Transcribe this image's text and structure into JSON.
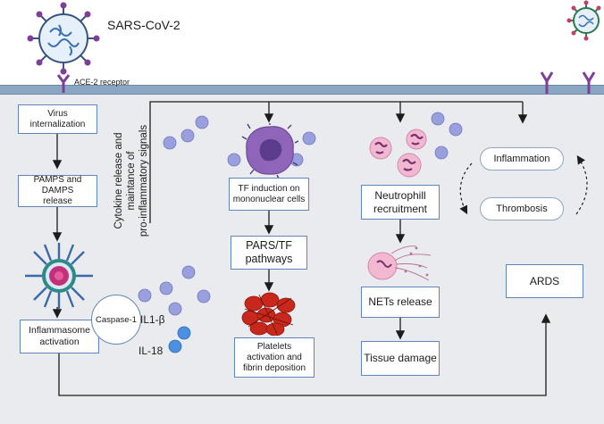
{
  "virus_label": "SARS-CoV-2",
  "receptor_label": "ACE-2 receptor",
  "vertical_text": [
    "Cytokine release and",
    "maintance of",
    "pro-inflammatory signals"
  ],
  "boxes": {
    "virus_internalization": "Virus internalization",
    "pamps_damps": [
      "PAMPS and DAMPS",
      "release"
    ],
    "inflammasome": [
      "Inflammasome",
      "activation"
    ],
    "caspase": "Caspase-1",
    "tf_induction": [
      "TF induction on",
      "mononuclear cells"
    ],
    "pars_tf": [
      "PARS/TF",
      "pathways"
    ],
    "platelets": [
      "Platelets",
      "activation and",
      "fibrin deposition"
    ],
    "neutrophil": [
      "Neutrophill",
      "recruitment"
    ],
    "nets": "NETs release",
    "tissue_damage": "Tissue damage",
    "inflammation": "Inflammation",
    "thrombosis": "Thrombosis",
    "ards": "ARDS"
  },
  "cytokines": {
    "il1b": "IL1-β",
    "il18": "IL-18"
  },
  "colors": {
    "cell_background": "#e9ebee",
    "membrane": "#8aa6c2",
    "box_border": "#5f86b6",
    "cytokine_purple": "#9aa0de",
    "il18_blue": "#4d8fe0",
    "neutrophil_pink": "#f2b8d2",
    "clot_red": "#c8271c",
    "receptor_purple": "#7d3f98",
    "monocyte_purple": "#8e65b8"
  }
}
